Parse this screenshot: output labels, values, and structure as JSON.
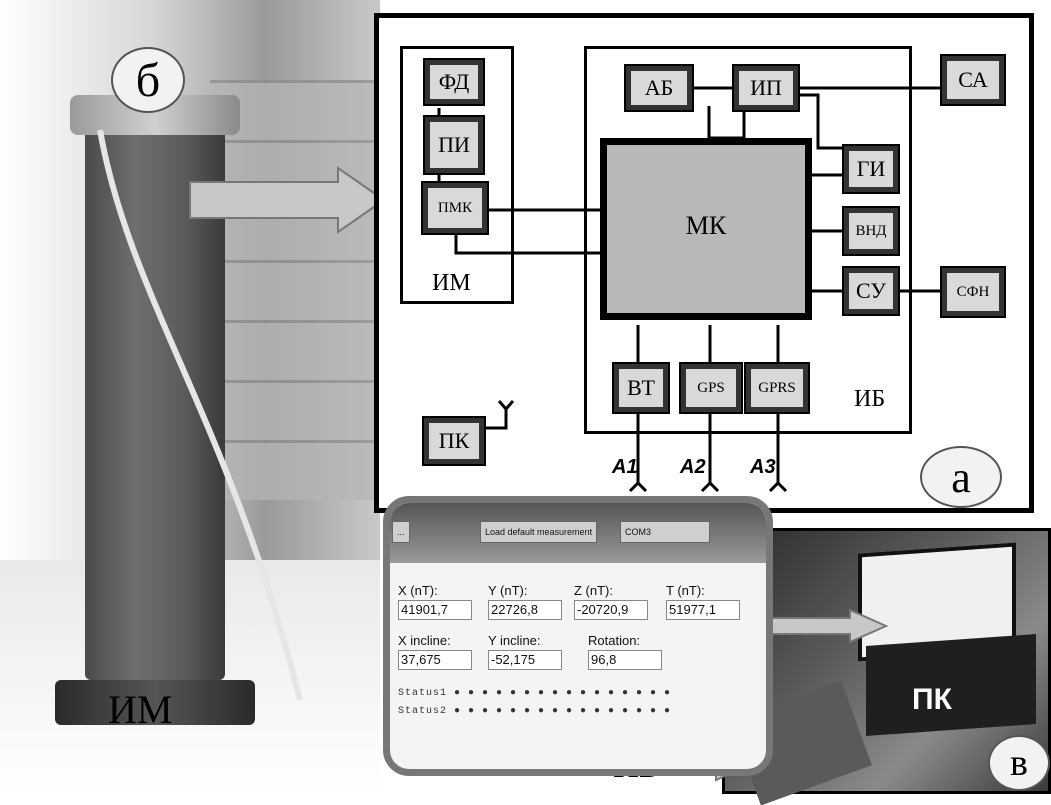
{
  "photo": {
    "label_b": "б",
    "label_im": "ИМ"
  },
  "diagram": {
    "label_a": "а",
    "im_title": "ИМ",
    "ib_title": "ИБ",
    "mk": "МК",
    "blocks": {
      "fd": "ФД",
      "pi": "ПИ",
      "pmk": "ПМК",
      "ab": "АБ",
      "ip": "ИП",
      "sa": "СА",
      "gi": "ГИ",
      "vnd": "ВНД",
      "su": "СУ",
      "sfn": "СФН",
      "vt": "ВТ",
      "gps": "GPS",
      "gprs": "GPRS",
      "pk": "ПК"
    },
    "antennas": [
      "A1",
      "A2",
      "A3"
    ]
  },
  "screen": {
    "tabs": [
      "...",
      "Load default measurement",
      "COM3"
    ],
    "measurements": [
      {
        "label": "X (nT):",
        "value": "41901,7"
      },
      {
        "label": "Y (nT):",
        "value": "22726,8"
      },
      {
        "label": "Z (nT):",
        "value": "-20720,9"
      },
      {
        "label": "T (nT):",
        "value": "51977,1"
      },
      {
        "label": "X incline:",
        "value": "37,675"
      },
      {
        "label": "Y incline:",
        "value": "-52,175"
      },
      {
        "label": "Rotation:",
        "value": "96,8"
      }
    ],
    "status_rows": [
      "Status1",
      "Status2"
    ]
  },
  "laptop_photo": {
    "label_pk": "ПК",
    "label_v": "в",
    "label_ib": "ИБ"
  }
}
